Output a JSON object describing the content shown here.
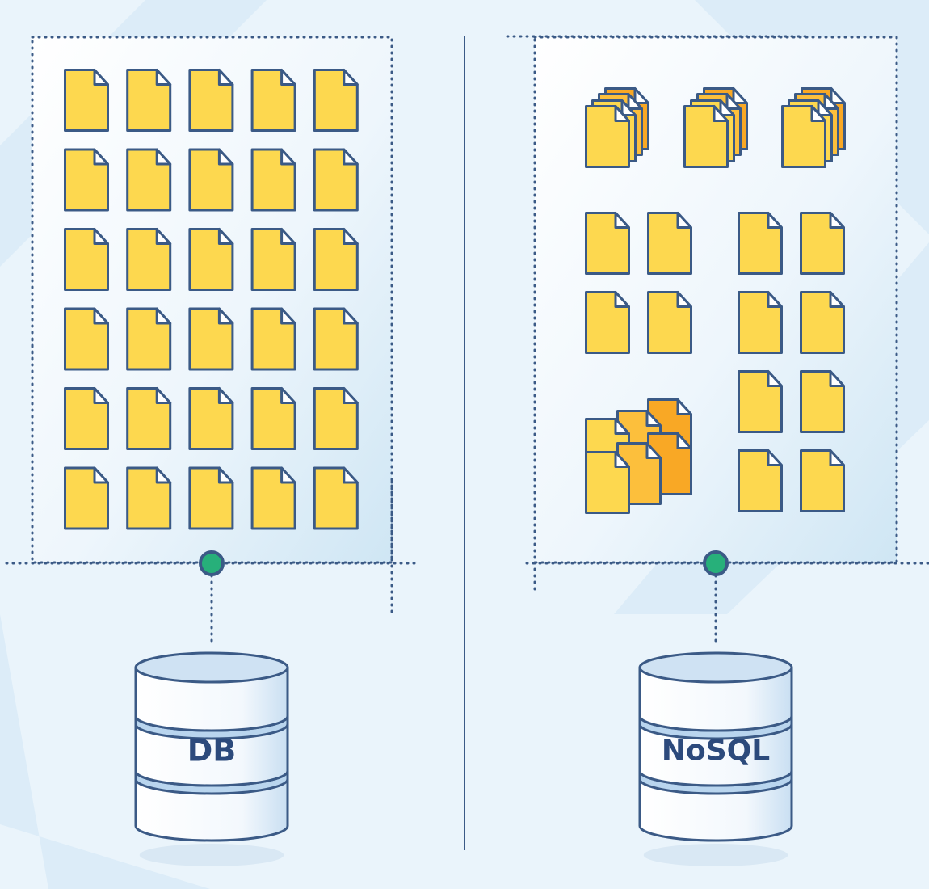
{
  "colors": {
    "background": "#eaf4fb",
    "background_stripe": "#dcecf8",
    "panel_fill": "#f4f9fd",
    "panel_shade": "#cfe6f4",
    "dotted_line": "#3b5a86",
    "outline": "#3b5a86",
    "doc_yellow": "#fdd84f",
    "doc_gold": "#fcbf3c",
    "doc_orange": "#f9a825",
    "connector_node": "#27b07a",
    "cylinder_white": "#ffffff",
    "cylinder_band": "#b9d5ee",
    "cylinder_top": "#cfe2f3"
  },
  "panels": {
    "relational": {
      "description_name": "relational-panel",
      "layout": "uniform-grid",
      "rows": 6,
      "cols": 5,
      "database": {
        "label": "DB"
      }
    },
    "nosql": {
      "description_name": "nosql-panel",
      "layout": "grouped",
      "database": {
        "label": "NoSQL"
      }
    }
  }
}
